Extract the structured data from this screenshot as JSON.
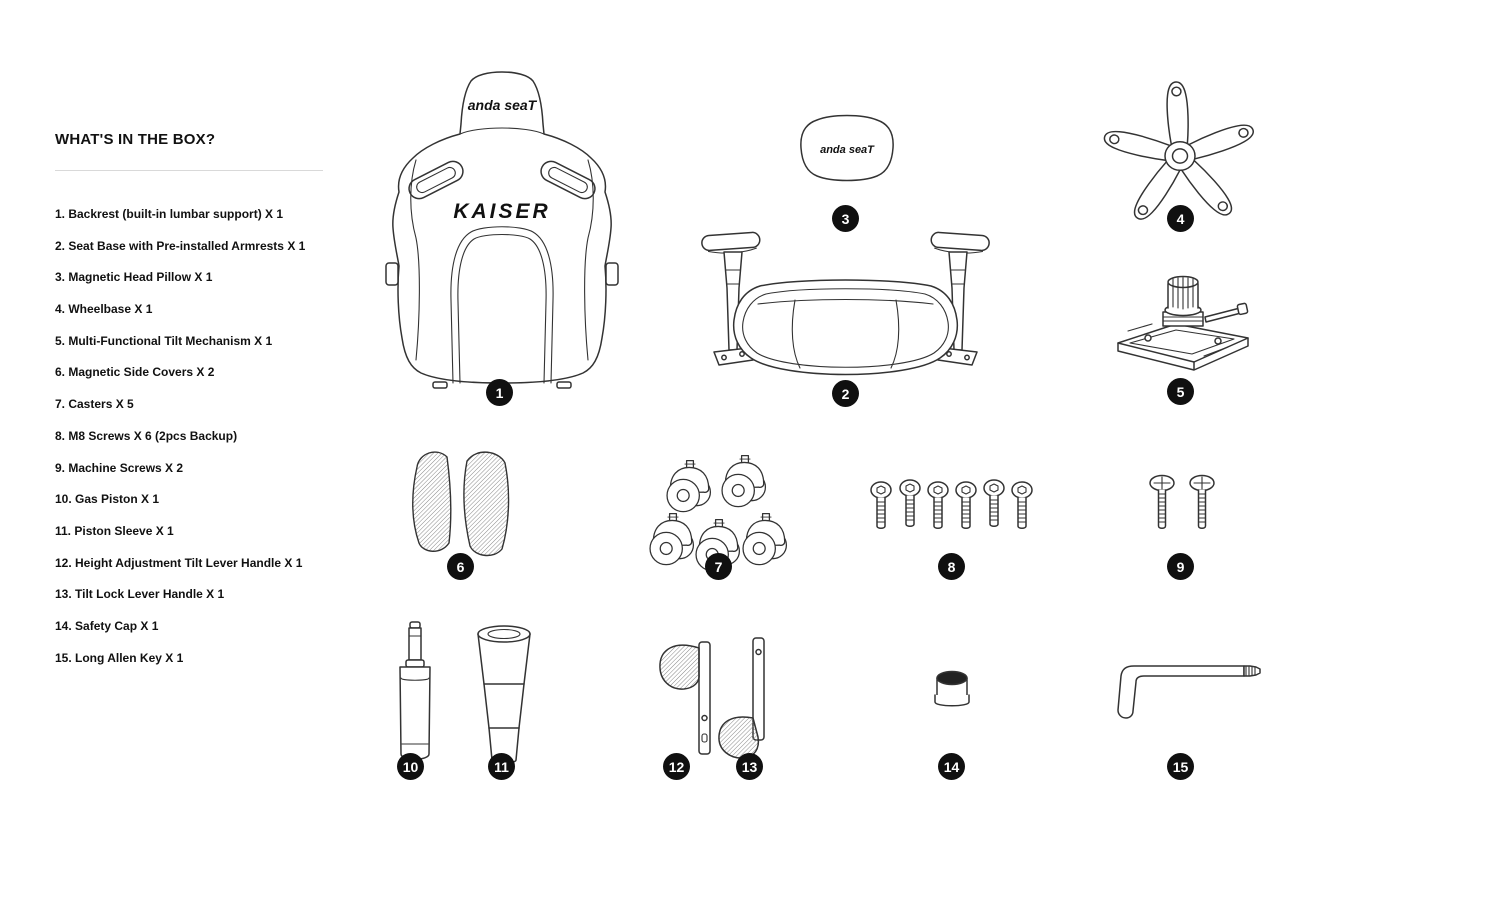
{
  "title": "WHAT'S IN THE BOX?",
  "parts_list": [
    "1. Backrest (built-in lumbar support) X 1",
    "2. Seat Base with Pre-installed Armrests X 1",
    "3. Magnetic Head Pillow X 1",
    "4. Wheelbase X 1",
    "5. Multi-Functional Tilt Mechanism X 1",
    "6. Magnetic Side Covers X 2",
    "7. Casters X 5",
    "8. M8 Screws X 6 (2pcs Backup)",
    "9. Machine Screws X 2",
    "10. Gas Piston X 1",
    "11. Piston Sleeve X 1",
    "12. Height Adjustment Tilt Lever Handle X 1",
    "13. Tilt Lock Lever Handle X 1",
    "14. Safety Cap X 1",
    "15. Long Allen Key X 1"
  ],
  "diagram": {
    "brand_logo": "anda seaT",
    "model": "KAISER",
    "badges": [
      "1",
      "2",
      "3",
      "4",
      "5",
      "6",
      "7",
      "8",
      "9",
      "10",
      "11",
      "12",
      "13",
      "14",
      "15"
    ]
  },
  "colors": {
    "line": "#333333",
    "badge_bg": "#101010",
    "badge_text": "#ffffff",
    "divider": "#d9d9d9",
    "text": "#111111"
  }
}
